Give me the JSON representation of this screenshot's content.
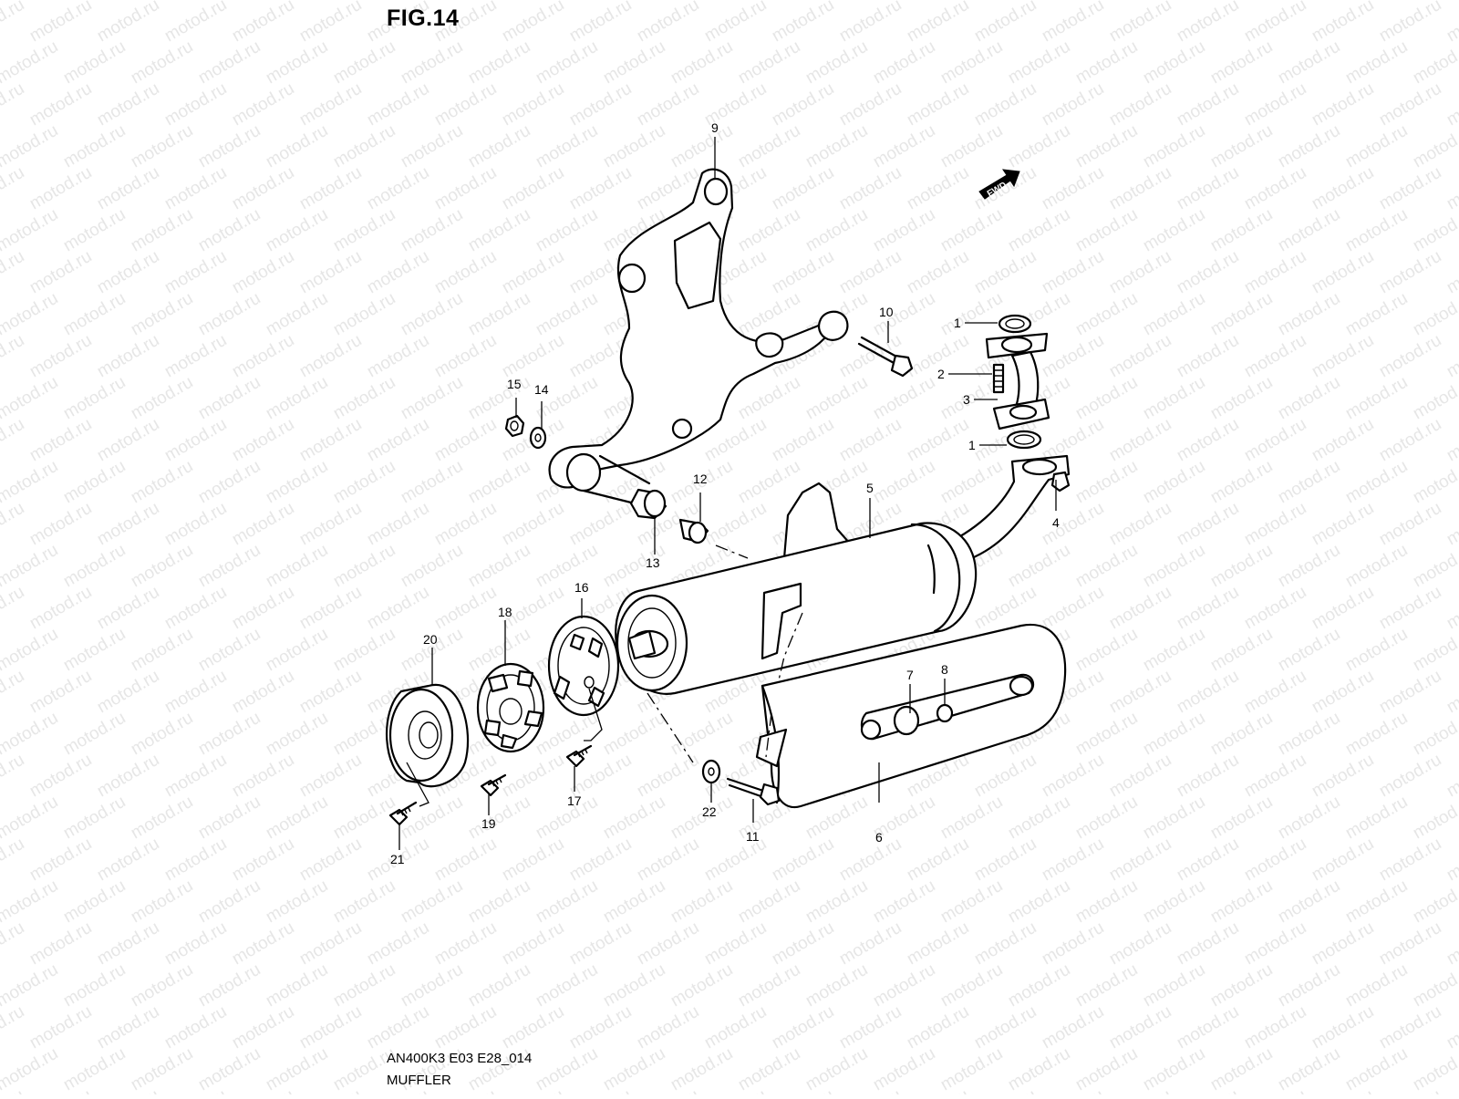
{
  "figure_title": "FIG.14",
  "caption_code": "AN400K3 E03 E28_014",
  "caption_name": "MUFFLER",
  "watermark": "motod.ru",
  "direction_badge": "FWD",
  "callouts": [
    "1",
    "2",
    "3",
    "1",
    "4",
    "5",
    "6",
    "7",
    "8",
    "9",
    "10",
    "11",
    "12",
    "13",
    "14",
    "15",
    "16",
    "17",
    "18",
    "19",
    "20",
    "21",
    "22"
  ]
}
